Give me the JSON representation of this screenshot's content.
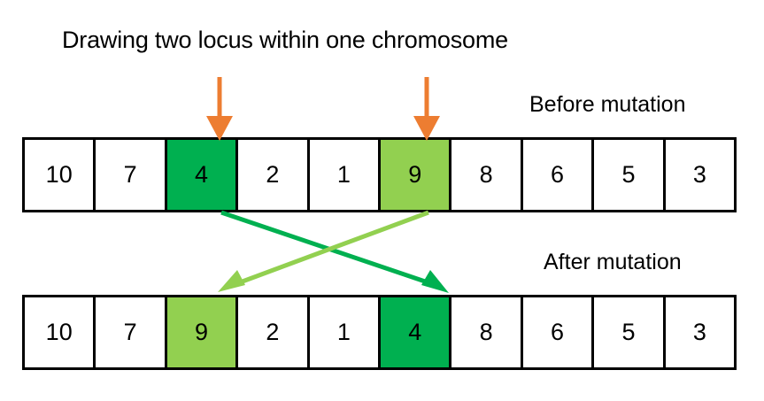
{
  "title": "Drawing two locus within one chromosome",
  "captions": {
    "before": "Before mutation",
    "after": "After mutation"
  },
  "colors": {
    "locus_a": "#00B050",
    "locus_b": "#92D050",
    "pointer_arrow": "#ED7D31",
    "cell_border": "#000000",
    "background": "#ffffff",
    "text": "#000000"
  },
  "diagram": {
    "type": "swap-mutation",
    "gene_count": 10,
    "locus_indices": [
      2,
      5
    ],
    "rows": [
      {
        "name": "before",
        "label": "Before mutation",
        "genes": [
          "10",
          "7",
          "4",
          "2",
          "1",
          "9",
          "8",
          "6",
          "5",
          "3"
        ],
        "highlights": [
          {
            "index": 2,
            "value": "4",
            "color": "#00B050",
            "style": "dark"
          },
          {
            "index": 5,
            "value": "9",
            "color": "#92D050",
            "style": "light"
          }
        ]
      },
      {
        "name": "after",
        "label": "After mutation",
        "genes": [
          "10",
          "7",
          "9",
          "2",
          "1",
          "4",
          "8",
          "6",
          "5",
          "3"
        ],
        "highlights": [
          {
            "index": 2,
            "value": "9",
            "color": "#92D050",
            "style": "light"
          },
          {
            "index": 5,
            "value": "4",
            "color": "#00B050",
            "style": "dark"
          }
        ]
      }
    ],
    "pointer_arrows": [
      {
        "name": "locus-pointer-left",
        "target_index": 2,
        "color": "#ED7D31",
        "direction": "down"
      },
      {
        "name": "locus-pointer-right",
        "target_index": 5,
        "color": "#ED7D31",
        "direction": "down"
      }
    ],
    "swap_arrows": [
      {
        "name": "swap-arrow-dark",
        "from_index": 2,
        "to_index": 5,
        "color": "#00B050",
        "value": "4"
      },
      {
        "name": "swap-arrow-light",
        "from_index": 5,
        "to_index": 2,
        "color": "#92D050",
        "value": "9"
      }
    ]
  }
}
